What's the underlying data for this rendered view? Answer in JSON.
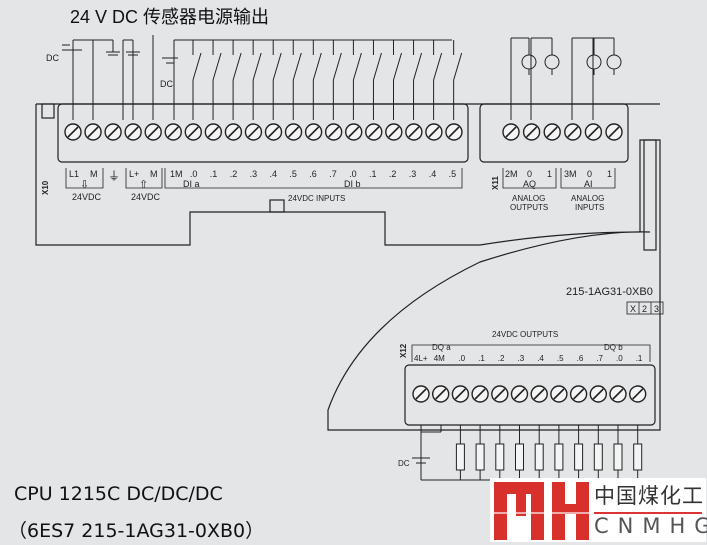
{
  "title": "24 V DC 传感器电源输出",
  "dc_label": "DC",
  "connector_x10": "X10",
  "connector_x11": "X11",
  "connector_x12": "X12",
  "power_block": {
    "labels": [
      "L1",
      "M"
    ],
    "caption": "24VDC"
  },
  "sensor_block": {
    "labels": [
      "L+",
      "M"
    ],
    "caption": "24VDC"
  },
  "inputs": {
    "labels": [
      "1M",
      ".0",
      ".1",
      ".2",
      ".3",
      ".4",
      ".5",
      ".6",
      ".7",
      ".0",
      ".1",
      ".2",
      ".3",
      ".4",
      ".5"
    ],
    "group_a": "DI a",
    "group_b": "DI b",
    "caption": "24VDC INPUTS"
  },
  "analog_outputs": {
    "labels": [
      "2M",
      "0",
      "1"
    ],
    "group": "AQ",
    "caption": [
      "ANALOG",
      "OUTPUTS"
    ]
  },
  "analog_inputs": {
    "labels": [
      "3M",
      "0",
      "1"
    ],
    "group": "AI",
    "caption": [
      "ANALOG",
      "INPUTS"
    ]
  },
  "part_number": "215-1AG31-0XB0",
  "connector_ids": [
    "X",
    "2",
    "3"
  ],
  "outputs": {
    "caption": "24VDC OUTPUTS",
    "group_a": "DQ a",
    "group_b": "DQ b",
    "labels": [
      "4L+",
      "4M",
      ".0",
      ".1",
      ".2",
      ".3",
      ".4",
      ".5",
      ".6",
      ".7",
      ".0",
      ".1"
    ]
  },
  "cpu_model": "CPU 1215C DC/DC/DC",
  "order_number": "（6ES7 215-1AG31-0XB0）",
  "logo": {
    "mark": "MH",
    "cn": "中国煤化工",
    "en": "CNMHG",
    "color": "#d8312c"
  }
}
